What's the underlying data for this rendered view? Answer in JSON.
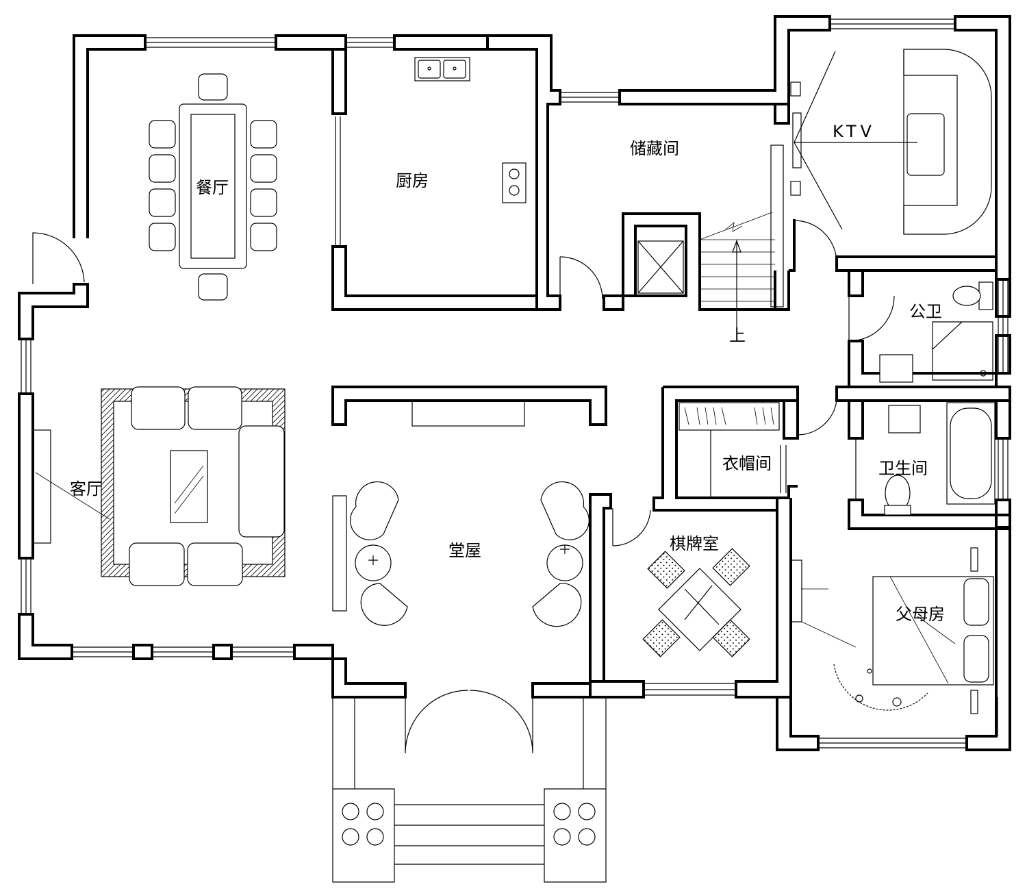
{
  "rooms": {
    "dining": "餐厅",
    "kitchen": "厨房",
    "storage": "储藏间",
    "ktv": "KTV",
    "public_wc": "公卫",
    "living": "客厅",
    "hall": "堂屋",
    "cloakroom": "衣帽间",
    "bathroom": "卫生间",
    "chess_room": "棋牌室",
    "parents_room": "父母房"
  },
  "stair": {
    "up_label": "上"
  }
}
